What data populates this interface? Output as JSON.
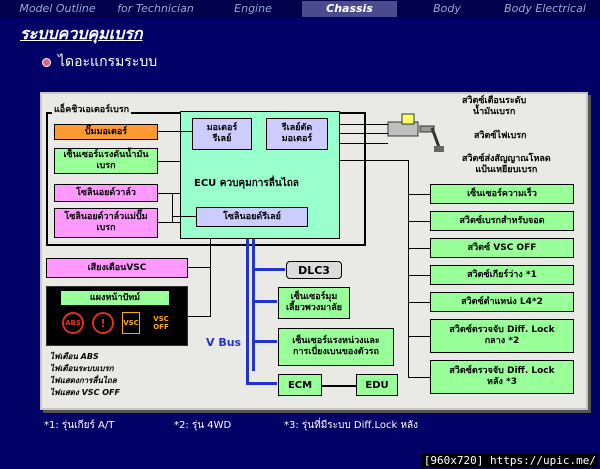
{
  "nav": [
    "Model Outline",
    "for Technician",
    "Engine",
    "Chassis",
    "Body",
    "Body Electrical"
  ],
  "title": "ระบบควบคุมเบรก",
  "subtitle": "ไดอะแกรมระบบ",
  "diagram": {
    "actuator_label": "แอ็คชิวเอเตอร์เบรก",
    "left_boxes": [
      "ปั๊มมอเตอร์",
      "เซ็นเซอร์แรงดันน้ำมัน\nเบรก",
      "โซลินอยด์วาล์ว",
      "โซลินอยด์วาล์วแม่ปั๊ม\nเบรก"
    ],
    "motor_relay": "มอเตอร์\nรีเลย์",
    "cut_relay": "รีเลย์ตัด\nมอเตอร์",
    "ecu": "ECU ควบคุมการลื่นไถล",
    "solenoid_relay": "โซลินอยด์รีเลย์",
    "buzzer": "เสียงเตือนVSC",
    "panel_title": "แผงหน้าปัทม์",
    "panel_icons": [
      "ABS",
      "!",
      "VSC",
      "VSC\nOFF"
    ],
    "lamp_notes": [
      "ไฟเตือน ABS",
      "ไฟเตือนระบบเบรก",
      "ไฟแสดงการลื่นไถล",
      "ไฟแสดง VSC OFF"
    ],
    "top_right_labels": [
      "สวิตซ์เตือนระดับ\nน้ำมันเบรก",
      "สวิตซ์ไฟเบรก",
      "สวิตซ์ส่งสัญญาณโหลด\nแป้นเหยียบเบรก"
    ],
    "right_boxes": [
      "เซ็นเซอร์ความเร็ว",
      "สวิตซ์เบรกสำหรับจอด",
      "สวิตซ์ VSC OFF",
      "สวิตซ์เกียร์ว่าง *1",
      "สวิตซ์ตำแหน่ง L4*2",
      "สวิตซ์ตรวจจับ Diff. Lock\nกลาง *2",
      "สวิตซ์ตรวจจับ Diff. Lock\nหลัง *3"
    ],
    "dlc": "DLC3",
    "yaw_sensor": "เซ็นเซอร์มุม\nเลี้ยวพวงมาลัย",
    "decel_sensor": "เซ็นเซอร์แรงหน่วงและ\nการเบี่ยงเบนของตัวรถ",
    "vbus": "V Bus",
    "ecm": "ECM",
    "edu": "EDU"
  },
  "footnotes": [
    "*1: รุ่นเกียร์ A/T",
    "*2: รุ่น 4WD",
    "*3: รุ่นที่มีระบบ Diff.Lock หลัง"
  ],
  "watermark": "[960x720] https://upic.me/",
  "colors": {
    "bg": "#000066",
    "orange": "#ff9933",
    "green": "#99ff99",
    "pink": "#ff99ff",
    "lavender": "#ccccff",
    "teal": "#99ffcc",
    "bus": "#2233cc"
  }
}
